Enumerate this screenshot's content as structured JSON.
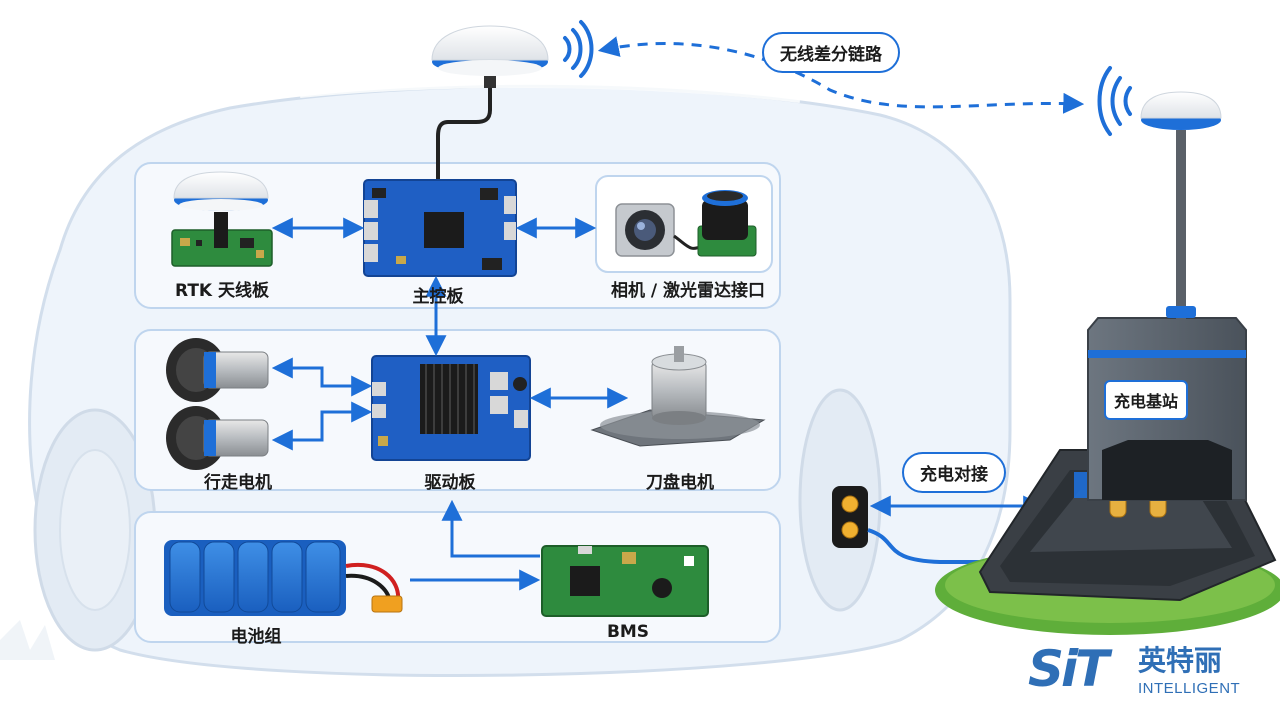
{
  "labels": {
    "rtk_board": "RTK 天线板",
    "main_board": "主控板",
    "camera_lidar": "相机 / 激光雷达接口",
    "drive_motor": "行走电机",
    "driver_board": "驱动板",
    "blade_motor": "刀盘电机",
    "battery": "电池组",
    "bms": "BMS"
  },
  "callouts": {
    "wireless_link": "无线差分链路",
    "charging_dock": "充电对接",
    "base_station": "充电基站"
  },
  "logo": {
    "mark": "SiT",
    "name_cn": "英特丽",
    "name_en": "INTELLIGENT"
  },
  "colors": {
    "accent_blue": "#1e6fd8",
    "pcb_blue": "#1f5fc4",
    "pcb_green": "#2e8b3e",
    "logo_blue": "#2f6fb6"
  }
}
